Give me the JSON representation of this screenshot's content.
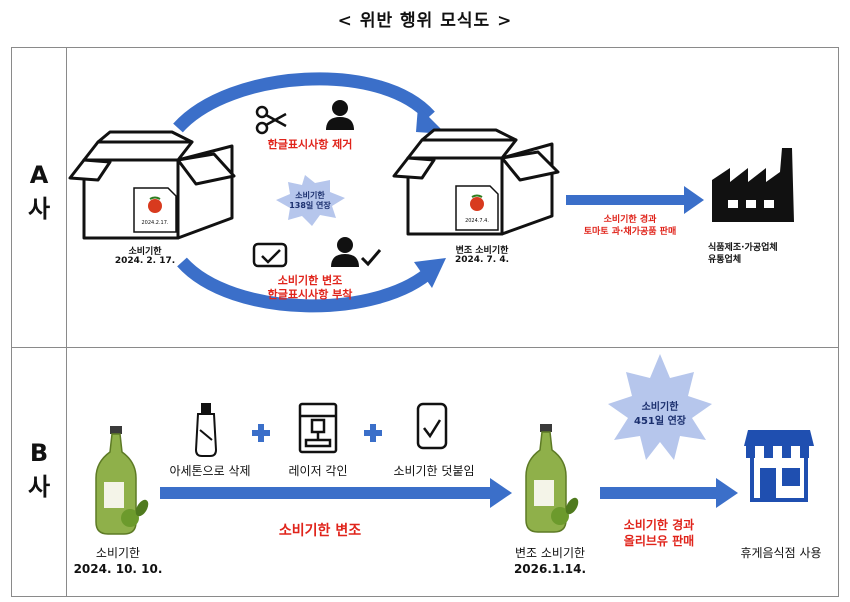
{
  "title": "< 위반 행위 모식도 >",
  "rows": [
    {
      "label_line1": "A",
      "label_line2": "사"
    },
    {
      "label_line1": "B",
      "label_line2": "사"
    }
  ],
  "row_a": {
    "orig_box_label": "소비기한",
    "orig_box_date": "2024. 2. 17.",
    "orig_doc_date": "2024.2.17.",
    "new_box_label": "변조 소비기한",
    "new_box_date": "2024. 7. 4.",
    "new_doc_date": "2024.7.4.",
    "top_caption": "한글표시사항 제거",
    "starburst_line1": "소비기한",
    "starburst_line2": "138일 연장",
    "bottom_caption_line1": "소비기한 변조",
    "bottom_caption_line2": "한글표시사항 부착",
    "arrow_caption_line1": "소비기한 경과",
    "arrow_caption_line2": "토마토 과·채가공품 판매",
    "factory_line1": "식품제조·가공업체",
    "factory_line2": "유통업체"
  },
  "row_b": {
    "orig_label": "소비기한",
    "orig_date": "2024. 10. 10.",
    "step1": "아세톤으로 삭제",
    "step2": "레이저 각인",
    "step3": "소비기한 덧붙임",
    "main_caption": "소비기한 변조",
    "new_label": "변조 소비기한",
    "new_date": "2026.1.14.",
    "starburst_line1": "소비기한",
    "starburst_line2": "451일 연장",
    "arrow_caption_line1": "소비기한 경과",
    "arrow_caption_line2": "올리브유 판매",
    "store_label": "휴게음식점 사용"
  },
  "colors": {
    "arrow_blue": "#3b6fc9",
    "caption_red": "#e0241b",
    "starburst_fill": "#b6c6ec",
    "olive": "#8fb04a"
  }
}
